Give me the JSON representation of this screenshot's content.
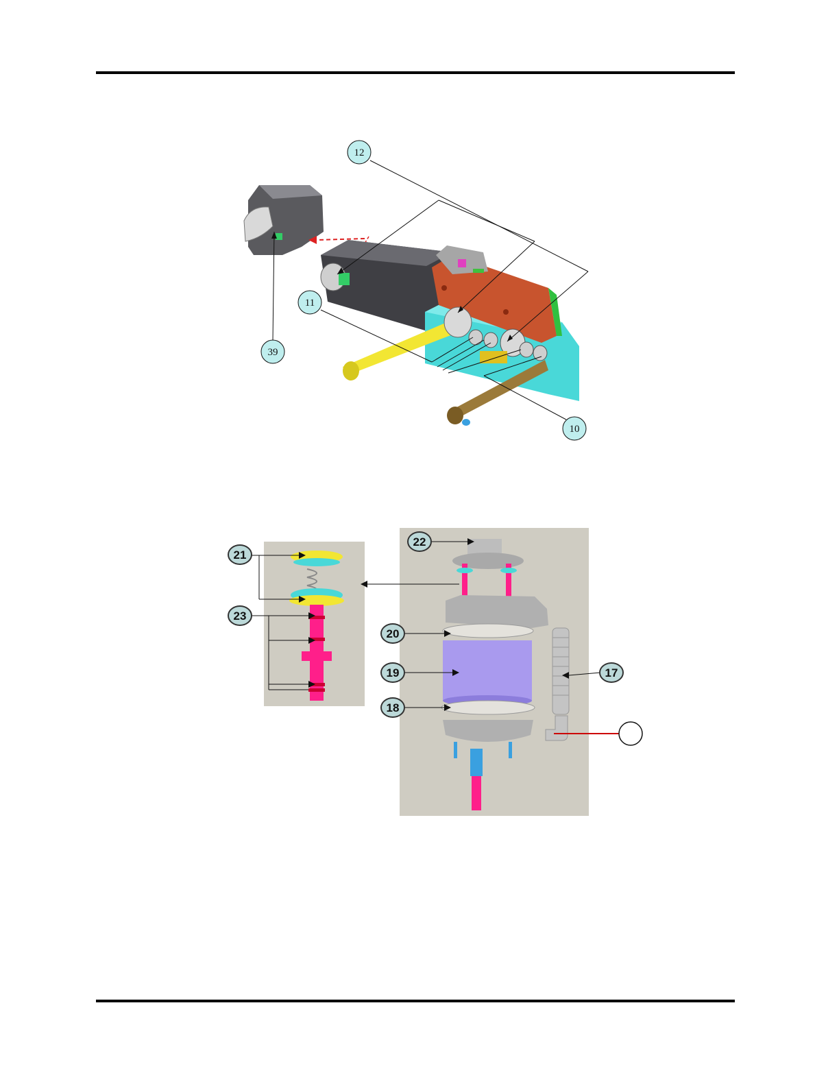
{
  "figure_top": {
    "callouts": [
      "12",
      "11",
      "39",
      "10"
    ]
  },
  "figure_bottom": {
    "callouts": [
      "21",
      "23",
      "22",
      "20",
      "19",
      "18",
      "17",
      ""
    ]
  },
  "colors": {
    "rule": "#000000",
    "panel_bg": "#cfccc2",
    "callout_fill_top": "#bfeeee",
    "callout_fill_bottom": "#bcd9d9",
    "yellow_tube": "#f2e633",
    "bronze_tube": "#9b7a3a",
    "cyan_block": "#49d8d8",
    "orange_plate": "#c8542e",
    "magenta_part": "#ff1f8a",
    "violet_filter": "#a99aee",
    "red_leader": "#cc0000"
  }
}
